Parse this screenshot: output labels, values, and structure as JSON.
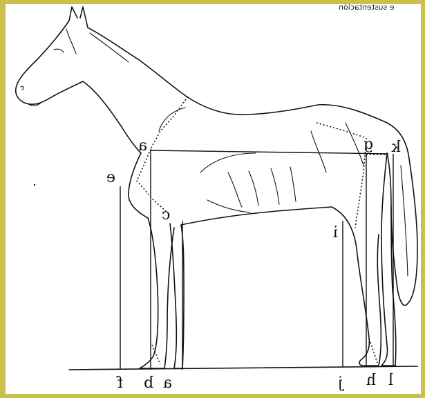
{
  "figure": {
    "top_caption": "e sustentación",
    "labels": {
      "a_top": "a",
      "e": "e",
      "c": "c",
      "g": "g",
      "k": "k",
      "i": "i",
      "f": "f",
      "b": "b",
      "a_bottom": "a",
      "j": "j",
      "h": "h",
      "l": "l"
    }
  }
}
